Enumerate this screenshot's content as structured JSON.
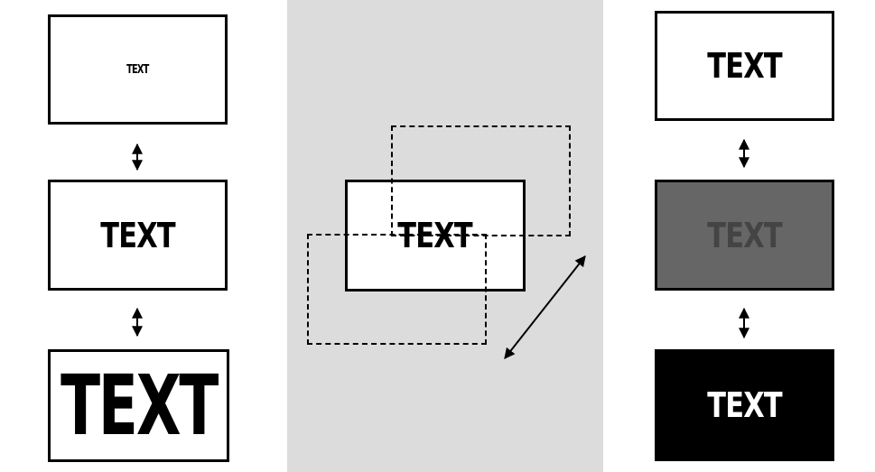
{
  "left_column": {
    "boxes": [
      {
        "text": "TEXT"
      },
      {
        "text": "TEXT"
      },
      {
        "text": "TEXT"
      }
    ]
  },
  "center_panel": {
    "box": {
      "text": "TEXT"
    }
  },
  "right_column": {
    "boxes": [
      {
        "text": "TEXT",
        "background": "#ffffff",
        "text_color": "#000000"
      },
      {
        "text": "TEXT",
        "background": "#666666",
        "text_color": "#444444"
      },
      {
        "text": "TEXT",
        "background": "#000000",
        "text_color": "#ffffff"
      }
    ]
  },
  "colors": {
    "panel_background": "#dcdcdc",
    "border": "#000000"
  },
  "icons": [
    "vertical-double-arrow-icon",
    "diagonal-double-arrow-icon"
  ]
}
